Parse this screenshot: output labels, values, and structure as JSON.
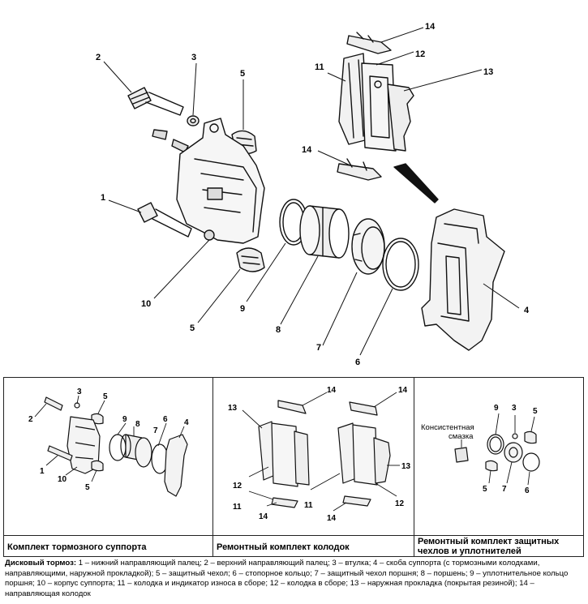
{
  "main": {
    "labels": {
      "n1": "1",
      "n2": "2",
      "n3": "3",
      "n4": "4",
      "n5a": "5",
      "n5b": "5",
      "n6": "6",
      "n7": "7",
      "n8": "8",
      "n9": "9",
      "n10": "10",
      "n11": "11",
      "n12": "12",
      "n13": "13",
      "n14a": "14",
      "n14b": "14"
    }
  },
  "panel1": {
    "caption": "Комплект тормозного суппорта",
    "labels": {
      "n1": "1",
      "n2": "2",
      "n3": "3",
      "n4": "4",
      "n5a": "5",
      "n5b": "5",
      "n6": "6",
      "n7": "7",
      "n8": "8",
      "n9": "9",
      "n10": "10"
    }
  },
  "panel2": {
    "caption": "Ремонтный комплект колодок",
    "labels": {
      "n13a": "13",
      "n14a": "14",
      "n14b": "14",
      "n12a": "12",
      "n11a": "11",
      "n14c": "14",
      "n11b": "11",
      "n14d": "14",
      "n13b": "13",
      "n12b": "12"
    }
  },
  "panel3": {
    "caption": "Ремонтный комплект защитных чехлов и уплотнителей",
    "grease_label_line1": "Консистентная",
    "grease_label_line2": "смазка",
    "labels": {
      "n9": "9",
      "n3": "3",
      "n5a": "5",
      "n5b": "5",
      "n7": "7",
      "n6": "6"
    }
  },
  "caption": {
    "lead": "Дисковый тормоз:",
    "text": " 1 – нижний направляющий палец; 2 – верхний направляющий палец; 3 – втулка; 4 – скоба суппорта (с тормозными колодками, направляющими, наружной прокладкой); 5 – защитный чехол; 6 – стопорное кольцо; 7 – защитный чехол поршня; 8 – поршень; 9 – уплотнительное кольцо поршня; 10 – корпус суппорта; 11 – колодка и индикатор износа в сборе; 12 – колодка в сборе; 13 – наружная прокладка (покрытая резиной); 14 – направляющая колодок"
  }
}
